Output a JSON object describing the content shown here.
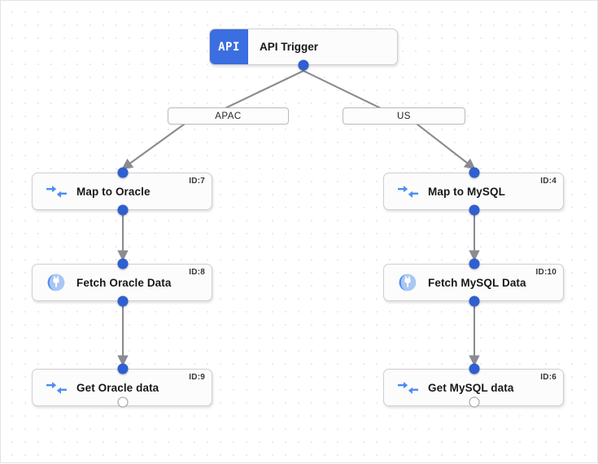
{
  "canvas": {
    "background_color": "#ffffff",
    "dot_grid_color": "#eee0e2",
    "accent_color": "#2f5fd0",
    "badge_color": "#3b6ee0",
    "edge_color": "#8a8a90"
  },
  "trigger": {
    "badge_text": "API",
    "label": "API Trigger",
    "icon": "api-badge-icon"
  },
  "branches": [
    {
      "label": "APAC"
    },
    {
      "label": "US"
    }
  ],
  "nodes": [
    {
      "label": "Map to Oracle",
      "id_text": "ID:7",
      "icon": "map-transform-icon",
      "column": "left",
      "output_port": "filled"
    },
    {
      "label": "Fetch Oracle Data",
      "id_text": "ID:8",
      "icon": "plug-connector-icon",
      "column": "left",
      "output_port": "filled"
    },
    {
      "label": "Get Oracle data",
      "id_text": "ID:9",
      "icon": "map-transform-icon",
      "column": "left",
      "output_port": "hollow"
    },
    {
      "label": "Map to MySQL",
      "id_text": "ID:4",
      "icon": "map-transform-icon",
      "column": "right",
      "output_port": "filled"
    },
    {
      "label": "Fetch MySQL Data",
      "id_text": "ID:10",
      "icon": "plug-connector-icon",
      "column": "right",
      "output_port": "filled"
    },
    {
      "label": "Get MySQL data",
      "id_text": "ID:6",
      "icon": "map-transform-icon",
      "column": "right",
      "output_port": "hollow"
    }
  ]
}
